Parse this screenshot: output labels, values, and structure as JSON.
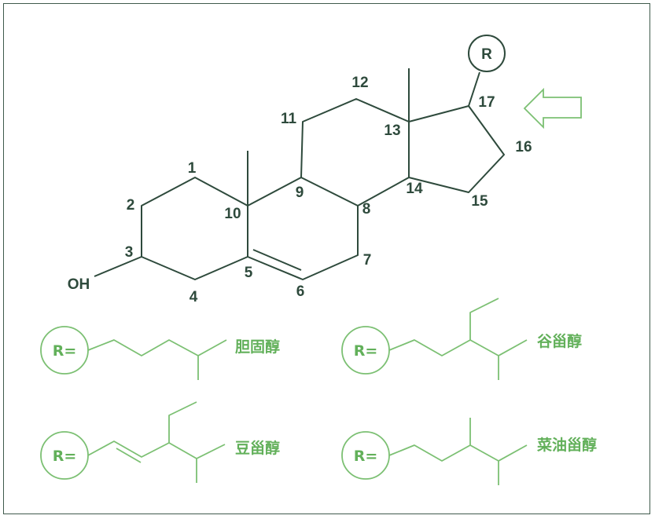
{
  "atom_numbers": [
    "1",
    "2",
    "3",
    "4",
    "5",
    "6",
    "7",
    "8",
    "9",
    "10",
    "11",
    "12",
    "13",
    "14",
    "15",
    "16",
    "17"
  ],
  "hydroxyl_label": "OH",
  "r_group_label": "R",
  "side_chains": [
    {
      "prefix": "R=",
      "name": "胆固醇"
    },
    {
      "prefix": "R=",
      "name": "谷甾醇"
    },
    {
      "prefix": "R=",
      "name": "豆甾醇"
    },
    {
      "prefix": "R=",
      "name": "菜油甾醇"
    }
  ],
  "colors": {
    "frame": "#3f5a4c",
    "core_structure": "#2e4a3c",
    "side_chain": "#7cc073",
    "side_chain_label": "#62b05a"
  }
}
